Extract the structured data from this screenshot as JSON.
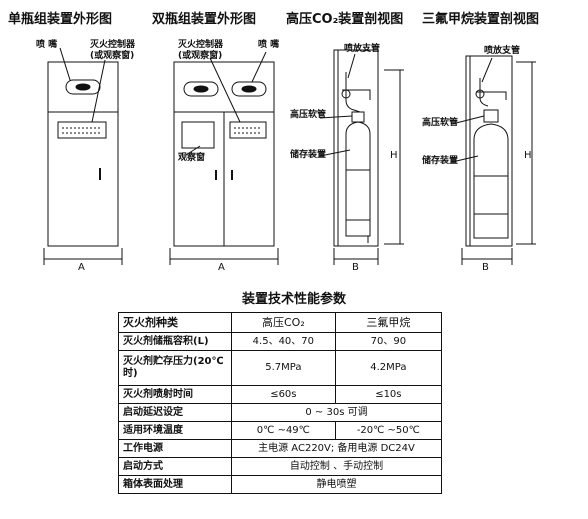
{
  "captions": [
    "单瓶组装置外形图",
    "双瓶组装置外形图",
    "高压CO₂装置剖视图",
    "三氟甲烷装置剖视图"
  ],
  "fig1": {
    "nozzle": "喷 嘴",
    "controller": "灭火控制器",
    "controller_alt": "(或观察窗)",
    "dim_a": "A"
  },
  "fig2": {
    "controller": "灭火控制器",
    "controller_alt": "(或观察窗)",
    "nozzle": "喷 嘴",
    "window": "观察窗",
    "dim_a": "A"
  },
  "fig3": {
    "pipe": "喷放支管",
    "hose": "高压软管",
    "storage": "储存装置",
    "dim_b": "B",
    "dim_h": "H"
  },
  "fig4": {
    "pipe": "喷放支管",
    "hose": "高压软管",
    "storage": "储存装置",
    "dim_b": "B",
    "dim_h": "H"
  },
  "table": {
    "title": "装置技术性能参数",
    "headers": [
      "灭火剂种类",
      "高压CO₂",
      "三氟甲烷"
    ],
    "rows": [
      {
        "label": "灭火剂储瓶容积(L)",
        "co2": "4.5、40、70",
        "cf3": "70、90"
      },
      {
        "label": "灭火剂贮存压力(20℃时)",
        "co2": "5.7MPa",
        "cf3": "4.2MPa"
      },
      {
        "label": "灭火剂喷射时间",
        "co2": "≤60s",
        "cf3": "≤10s"
      },
      {
        "label": "启动延迟设定",
        "span": "0 ~ 30s  可调"
      },
      {
        "label": "适用环境温度",
        "co2": "0℃ ~49℃",
        "cf3": "-20℃ ~50℃"
      },
      {
        "label": "工作电源",
        "span": "主电源 AC220V; 备用电源 DC24V"
      },
      {
        "label": "启动方式",
        "span": "自动控制 、手动控制"
      },
      {
        "label": "箱体表面处理",
        "span": "静电喷塑"
      }
    ]
  }
}
